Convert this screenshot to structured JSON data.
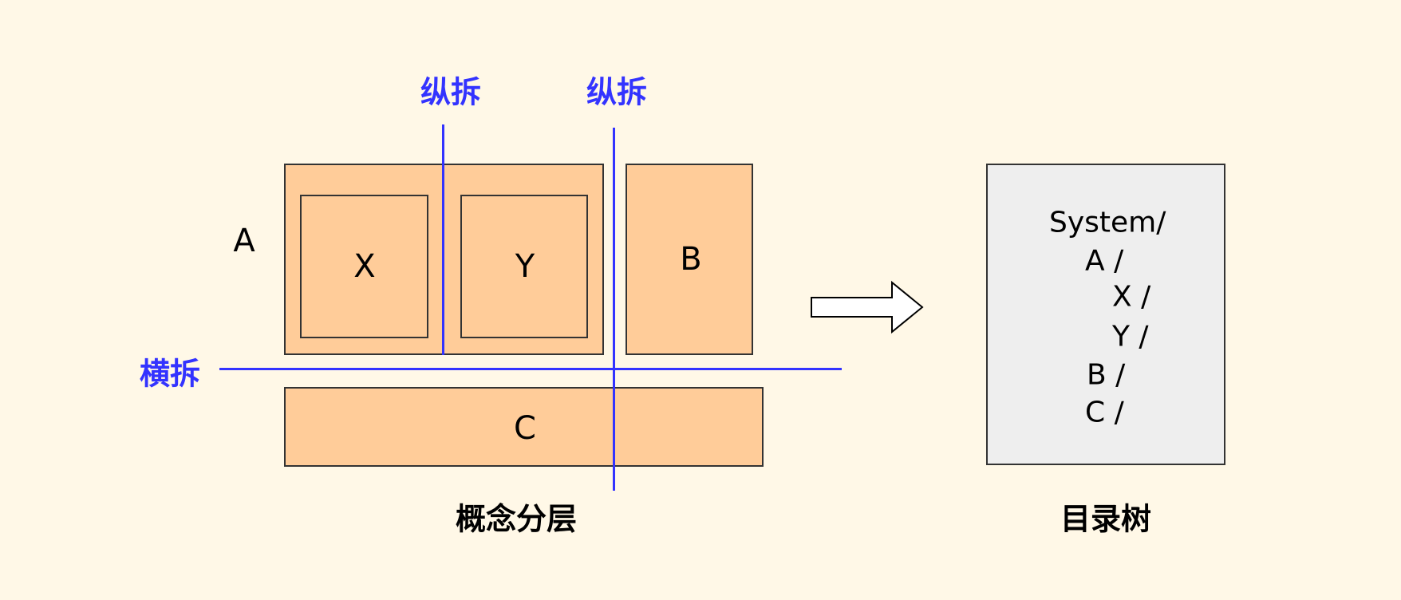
{
  "colors": {
    "background": "#fff8e7",
    "block_fill": "#ffcc99",
    "split_line": "#3333ff",
    "tree_fill": "#eeeeee"
  },
  "left": {
    "blocks": {
      "a": "A",
      "x": "X",
      "y": "Y",
      "b": "B",
      "c": "C"
    },
    "split_labels": {
      "vertical_1": "纵拆",
      "vertical_2": "纵拆",
      "horizontal": "横拆"
    },
    "caption": "概念分层"
  },
  "arrow_icon": "right-arrow-icon",
  "right": {
    "tree_lines": [
      "System/",
      "A /",
      "X /",
      "Y /",
      "B /",
      "C /"
    ],
    "caption": "目录树"
  }
}
